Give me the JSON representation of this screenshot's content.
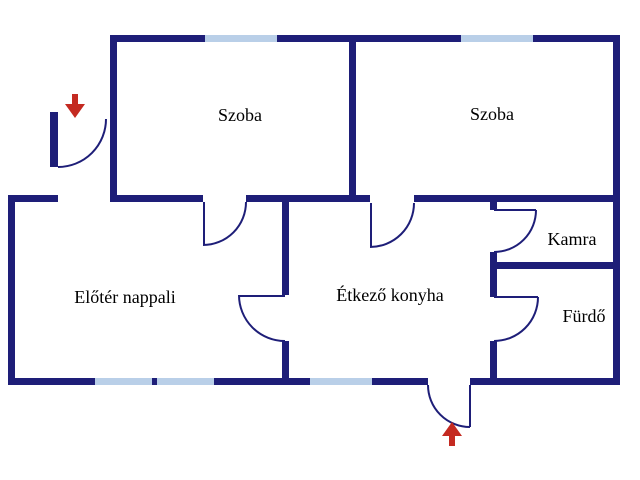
{
  "floor_plan": {
    "rooms": [
      {
        "id": "szoba-left",
        "label": "Szoba"
      },
      {
        "id": "szoba-right",
        "label": "Szoba"
      },
      {
        "id": "eloter-nappali",
        "label": "Előtér nappali"
      },
      {
        "id": "etkezo-konyha",
        "label": "Étkező konyha"
      },
      {
        "id": "kamra",
        "label": "Kamra"
      },
      {
        "id": "furdo",
        "label": "Fürdő"
      }
    ],
    "entrances": [
      {
        "id": "entrance-top",
        "icon": "arrow-down-icon"
      },
      {
        "id": "entrance-bottom",
        "icon": "arrow-up-icon"
      }
    ],
    "colors": {
      "wall": "#1e1e78",
      "window": "#b9cfe8",
      "arrow": "#c42a21",
      "background": "#ffffff",
      "label_text": "#000000"
    }
  }
}
